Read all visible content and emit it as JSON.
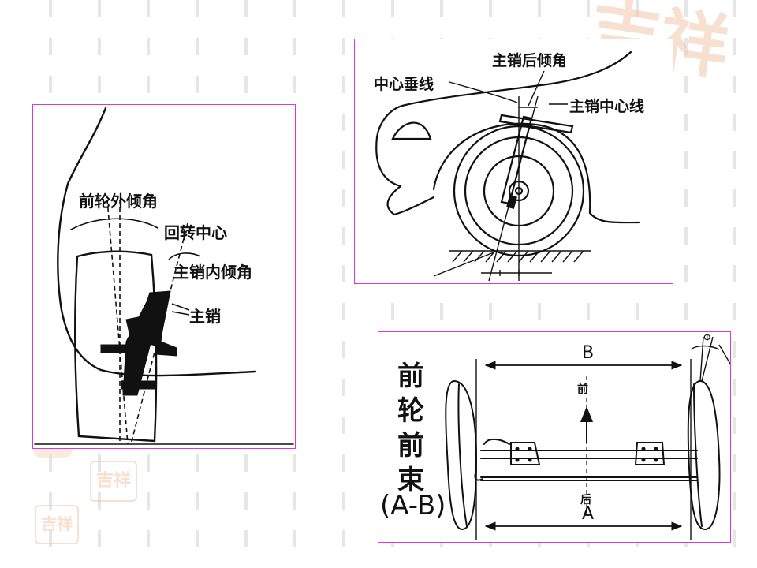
{
  "colors": {
    "frame": "#d63ad6",
    "ink": "#111111",
    "stamp": "#f2c7a8"
  },
  "panel_left": {
    "camber_label": "前轮外倾角",
    "steering_center_label": "回转中心",
    "kingpin_inclination_label": "主销内倾角",
    "kingpin_label": "主销"
  },
  "panel_top_right": {
    "caster_label": "主销后倾角",
    "vertical_center_label": "中心垂线",
    "kingpin_centerline_label": "主销中心线"
  },
  "panel_bottom_right": {
    "title": "前轮前束",
    "formula": "(A-B)",
    "distance_b": "B",
    "distance_a": "A",
    "front_label": "前",
    "rear_label": "后",
    "phi_label": "Φ"
  },
  "decor": {
    "stamp_large": "吉祥",
    "stamp_small_1": "吉祥",
    "stamp_small_2": "吉祥"
  }
}
